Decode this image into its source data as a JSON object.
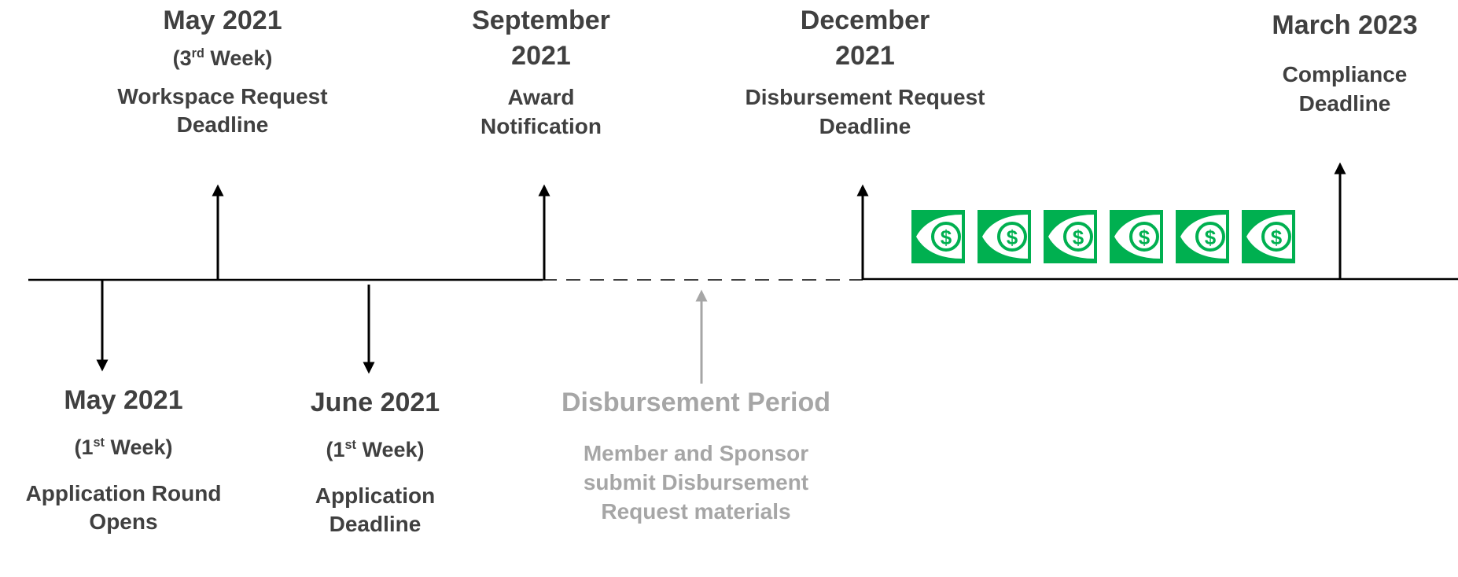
{
  "milestones_above": [
    {
      "date": "May 2021",
      "week_num": "3",
      "week_sup": "rd",
      "week_word": "Week",
      "desc_l1": "Workspace Request",
      "desc_l2": "Deadline"
    },
    {
      "date_l1": "September",
      "date_l2": "2021",
      "desc_l1": "Award",
      "desc_l2": "Notification"
    },
    {
      "date_l1": "December",
      "date_l2": "2021",
      "desc_l1": "Disbursement Request",
      "desc_l2": "Deadline"
    },
    {
      "date": "March 2023",
      "desc_l1": "Compliance",
      "desc_l2": "Deadline"
    }
  ],
  "milestones_below": [
    {
      "date": "May 2021",
      "week_num": "1",
      "week_sup": "st",
      "week_word": "Week",
      "desc_l1": "Application Round",
      "desc_l2": "Opens"
    },
    {
      "date": "June 2021",
      "week_num": "1",
      "week_sup": "st",
      "week_word": "Week",
      "desc_l1": "Application",
      "desc_l2": "Deadline"
    }
  ],
  "period": {
    "title": "Disbursement Period",
    "desc_l1": "Member and Sponsor",
    "desc_l2": "submit Disbursement",
    "desc_l3": "Request materials"
  },
  "icons": {
    "name": "money-eye-icon",
    "count": 6,
    "symbol": "$",
    "color": "#00b050"
  },
  "colors": {
    "text": "#404040",
    "muted": "#a6a6a6",
    "line": "#000000"
  }
}
